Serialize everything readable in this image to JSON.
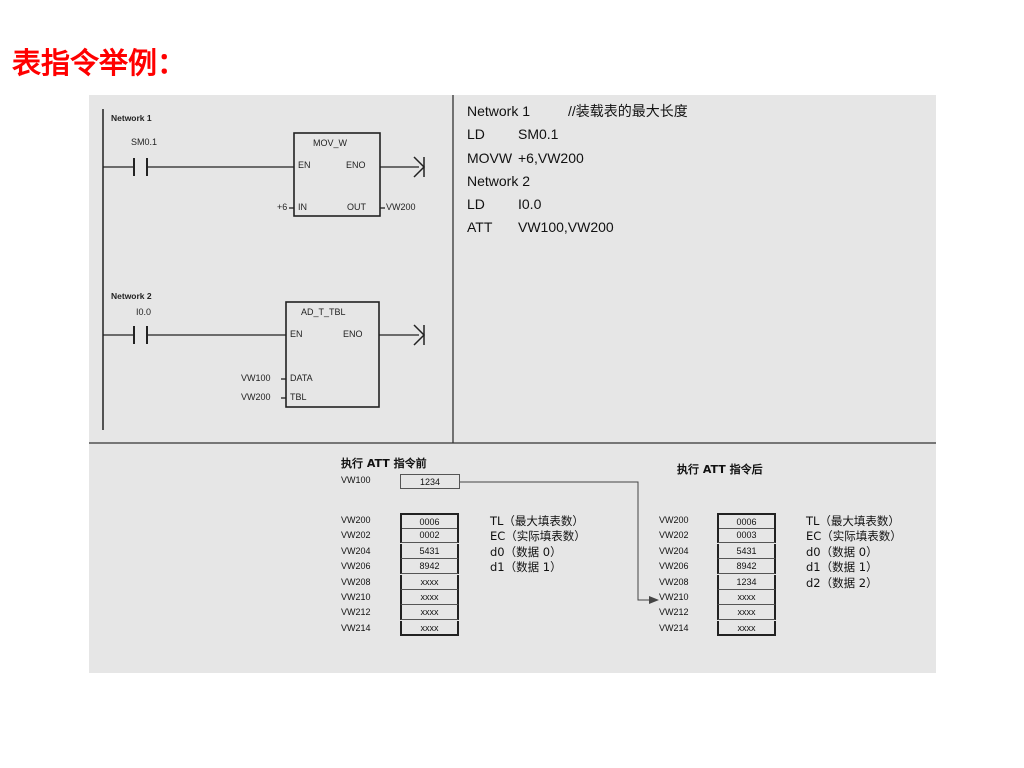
{
  "title": "表指令举例：",
  "ladder": {
    "network1_label": "Network 1",
    "network1_contact": "SM0.1",
    "box1_name": "MOV_W",
    "box1_en": "EN",
    "box1_eno": "ENO",
    "box1_in_value": "+6",
    "box1_in": "IN",
    "box1_out": "OUT",
    "box1_out_value": "VW200",
    "network2_label": "Network 2",
    "network2_contact": "I0.0",
    "box2_name": "AD_T_TBL",
    "box2_en": "EN",
    "box2_eno": "ENO",
    "box2_data_value": "VW100",
    "box2_data": "DATA",
    "box2_tbl_value": "VW200",
    "box2_tbl": "TBL"
  },
  "stl": [
    {
      "op": "Network 1",
      "arg": "//装载表的最大长度"
    },
    {
      "op": "LD",
      "arg": "SM0.1"
    },
    {
      "op": "MOVW",
      "arg": "+6,VW200"
    },
    {
      "op": "Network 2",
      "arg": ""
    },
    {
      "op": "LD",
      "arg": "I0.0"
    },
    {
      "op": "ATT",
      "arg": "VW100,VW200"
    }
  ],
  "before": {
    "title": "执行 ATT 指令前",
    "input_addr": "VW100",
    "input_value": "1234",
    "rows": [
      {
        "addr": "VW200",
        "value": "0006"
      },
      {
        "addr": "VW202",
        "value": "0002"
      },
      {
        "addr": "VW204",
        "value": "5431"
      },
      {
        "addr": "VW206",
        "value": "8942"
      },
      {
        "addr": "VW208",
        "value": "xxxx"
      },
      {
        "addr": "VW210",
        "value": "xxxx"
      },
      {
        "addr": "VW212",
        "value": "xxxx"
      },
      {
        "addr": "VW214",
        "value": "xxxx"
      }
    ],
    "descriptions": [
      "TL（最大填表数）",
      "EC（实际填表数）",
      "d0（数据 0）",
      "d1（数据 1）"
    ]
  },
  "after": {
    "title": "执行 ATT 指令后",
    "rows": [
      {
        "addr": "VW200",
        "value": "0006"
      },
      {
        "addr": "VW202",
        "value": "0003"
      },
      {
        "addr": "VW204",
        "value": "5431"
      },
      {
        "addr": "VW206",
        "value": "8942"
      },
      {
        "addr": "VW208",
        "value": "1234"
      },
      {
        "addr": "VW210",
        "value": "xxxx"
      },
      {
        "addr": "VW212",
        "value": "xxxx"
      },
      {
        "addr": "VW214",
        "value": "xxxx"
      }
    ],
    "descriptions": [
      "TL（最大填表数）",
      "EC（实际填表数）",
      "d0（数据 0）",
      "d1（数据 1）",
      "d2（数据 2）"
    ]
  }
}
